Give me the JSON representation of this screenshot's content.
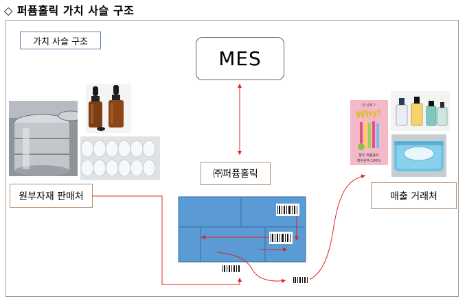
{
  "title": "◇ 퍼퓸홀릭 가치 사슬 구조",
  "tag": "가치 사슬 구조",
  "mes": "MES",
  "company": "㈜퍼퓸홀릭",
  "supplier": "원부자재 판매처",
  "customer": "매출 거래처",
  "product_card": {
    "tagline": "내 냄새 ?",
    "headline": "Why!",
    "line1": "향수 퍼퓸홀릭",
    "line2": "향수원액 100%"
  },
  "colors": {
    "arrow": "#e02020",
    "warehouse": "#5b9bd5",
    "warehouse_line": "#3a6ea5"
  }
}
